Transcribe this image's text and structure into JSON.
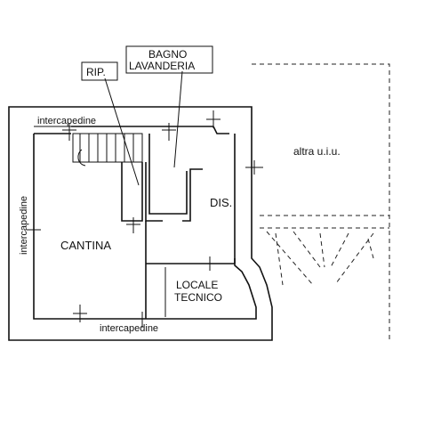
{
  "rooms": {
    "cantina": "CANTINA",
    "dis": "DIS.",
    "locale_tecnico_line1": "LOCALE",
    "locale_tecnico_line2": "TECNICO",
    "rip": "RIP.",
    "bagno_line1": "BAGNO",
    "bagno_line2": "LAVANDERIA",
    "altra": "altra u.i.u."
  },
  "gaps": {
    "top": "intercapedine",
    "left": "intercapedine",
    "bottom": "intercapedine"
  }
}
